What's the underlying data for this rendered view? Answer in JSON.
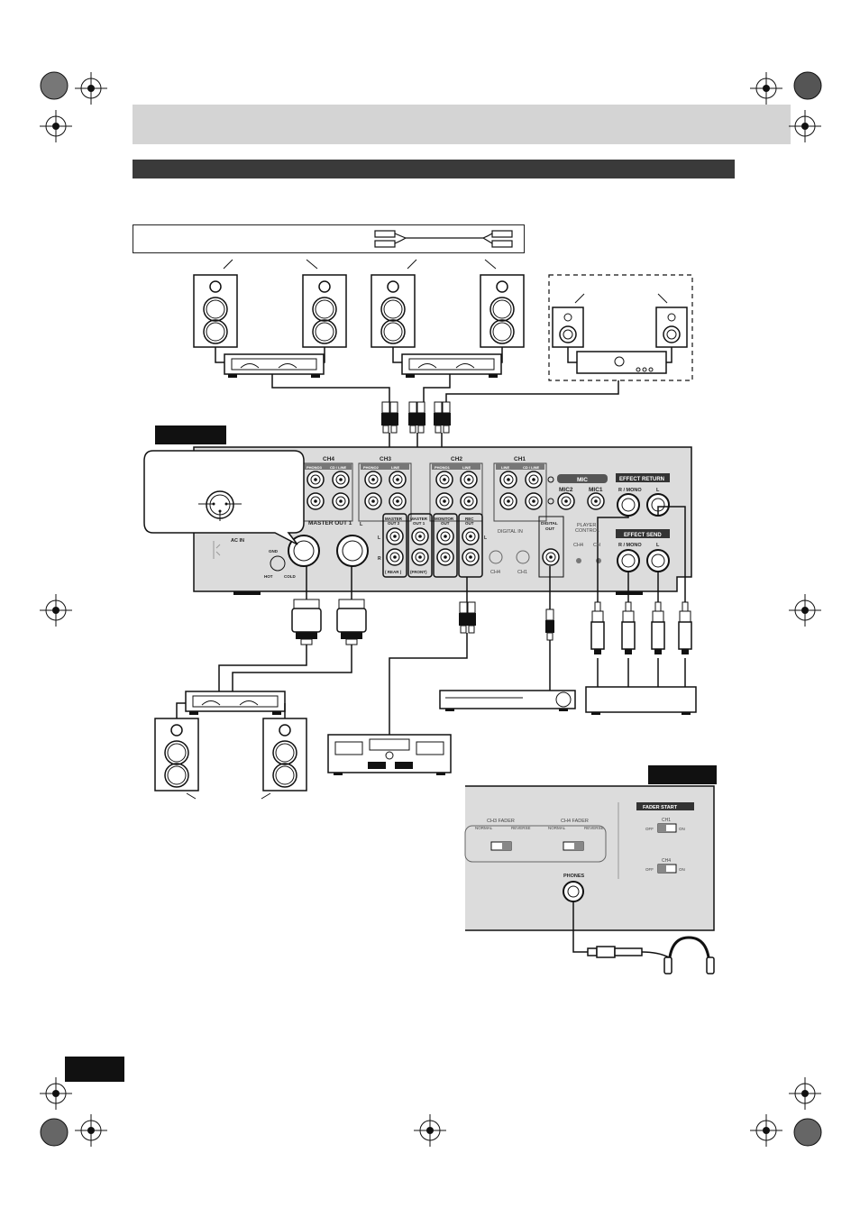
{
  "panel_rear": {
    "channels": [
      {
        "name": "CH4",
        "jack_a": "PHONO3",
        "jack_b": "CD / LINE"
      },
      {
        "name": "CH3",
        "jack_a": "PHONO2",
        "jack_b": "LINE"
      },
      {
        "name": "CH2",
        "jack_a": "PHONO1",
        "jack_b": "LINE"
      },
      {
        "name": "CH1",
        "jack_a": "LINE",
        "jack_b": "CD / LINE"
      }
    ],
    "mic_header": "MIC",
    "mic2": "MIC2",
    "mic1": "MIC1",
    "effect_return": "EFFECT RETURN",
    "effect_send": "EFFECT SEND",
    "r_mono": "R / MONO",
    "l_mark": "L",
    "master_out_1": "MASTER OUT 1",
    "master_out_2_l1": "MASTER",
    "master_out_2_l2": "OUT 2",
    "master_out_1s_l1": "MASTER",
    "master_out_1s_l2": "OUT 1",
    "monitor_out_l1": "MONITOR",
    "monitor_out_l2": "OUT",
    "rec_out_l1": "REC",
    "rec_out_l2": "OUT",
    "rear_tag": "( REAR )",
    "front_tag": "(FRONT)",
    "digital_in": "DIGITAL IN",
    "digital_out_l1": "DIGITAL",
    "digital_out_l2": "OUT",
    "player_control_l1": "PLAYER",
    "player_control_l2": "CONTROL",
    "ch4": "CH4",
    "ch1": "CH1",
    "ch_partial": "CH",
    "ac_in": "AC IN",
    "gnd": "GND",
    "hot": "HOT",
    "cold": "COLD",
    "pin_l": "L",
    "pin_r": "R"
  },
  "panel_front": {
    "ch3_fader": "CH3 FADER",
    "ch4_fader": "CH4 FADER",
    "normal": "NORMAL",
    "reverse": "REVERSE",
    "fader_start": "FADER START",
    "ch1": "CH1",
    "ch4": "CH4",
    "off": "OFF",
    "on": "ON",
    "phones": "PHONES"
  },
  "colors": {
    "header_bar": "#d4d4d4",
    "section_bar": "#3a3a3a",
    "panel_fill": "#dcdcdc",
    "line": "#1a1a1a"
  }
}
